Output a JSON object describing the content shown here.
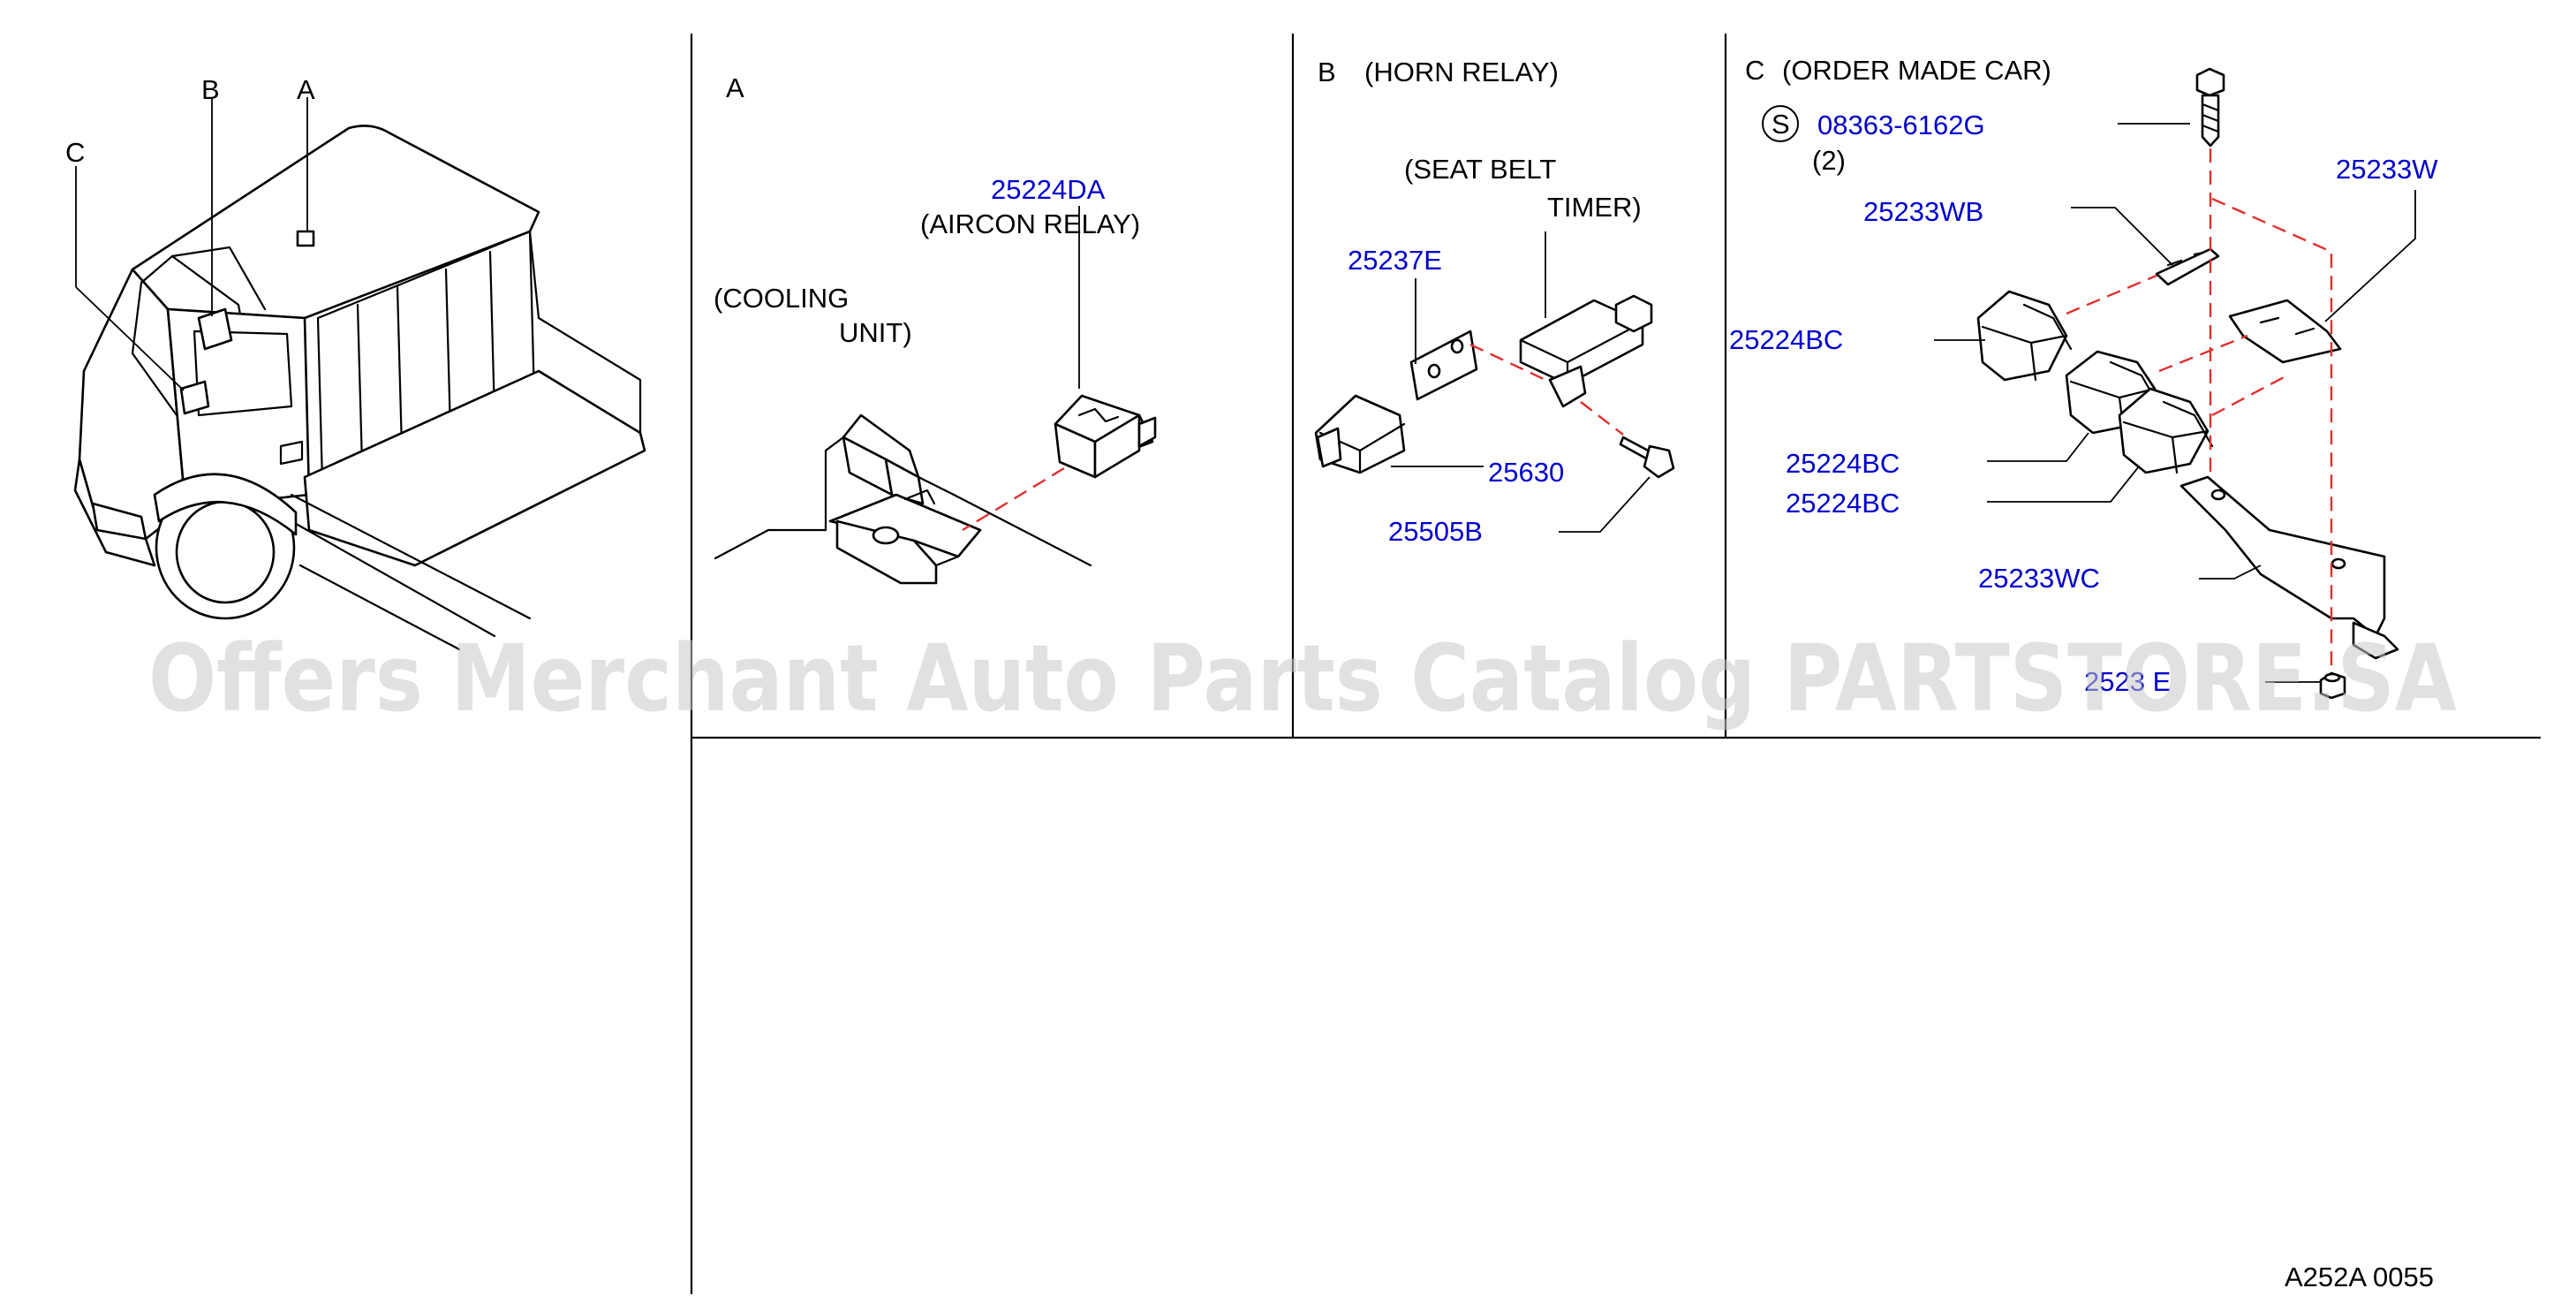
{
  "colors": {
    "part_number": "#0000cc",
    "leader_dash": "#e03030",
    "watermark": "#c9c9c9"
  },
  "overview": {
    "callout_a": "A",
    "callout_b": "B",
    "callout_c": "C"
  },
  "section_a": {
    "letter": "A",
    "cooling_line1": "(COOLING",
    "cooling_line2": "UNIT)",
    "part_25224DA": "25224DA",
    "aircon_relay": "(AIRCON  RELAY)"
  },
  "section_b": {
    "letter": "B",
    "title": "(HORN  RELAY)",
    "seat_belt_line1": "(SEAT  BELT",
    "seat_belt_line2": "TIMER)",
    "part_25237E": "25237E",
    "part_25630": "25630",
    "part_25505B": "25505B"
  },
  "section_c": {
    "letter": "C",
    "title": "(ORDER  MADE  CAR)",
    "s_symbol": "S",
    "part_bolt": "08363-6162G",
    "bolt_qty": "(2)",
    "part_25233WB": "25233WB",
    "part_25233W": "25233W",
    "part_25224BC_a": "25224BC",
    "part_25224BC_b": "25224BC",
    "part_25224BC_c": "25224BC",
    "part_25233WC": "25233WC",
    "part_nut_partial": "2523  E"
  },
  "footer": {
    "code": "A252A  0055"
  },
  "watermark": "Offers Merchant Auto Parts Catalog PARTSTORE.SA"
}
